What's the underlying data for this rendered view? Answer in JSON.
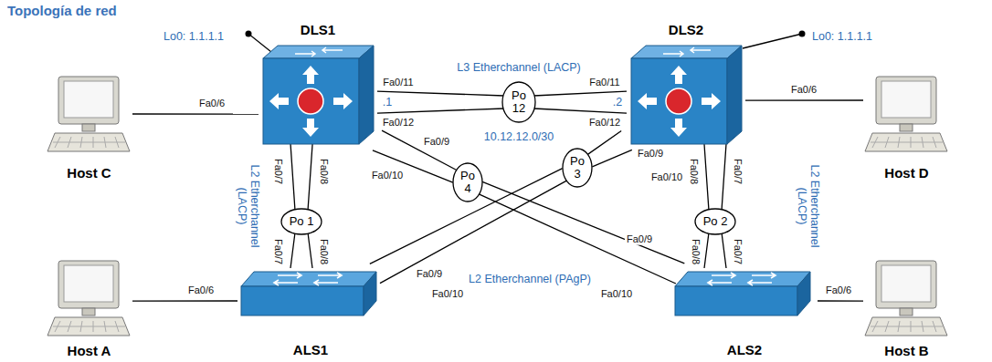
{
  "diagram": {
    "title": "Topología de red",
    "nodes": [
      {
        "text": [
          "DLS1"
        ]
      },
      {
        "text": [
          "DLS2"
        ]
      },
      {
        "text": [
          "Host C"
        ]
      },
      {
        "text": [
          "Po 12"
        ]
      },
      {
        "text": [
          "Host D"
        ]
      },
      {
        "text": [
          "Po 4"
        ]
      },
      {
        "text": [
          "Po 3"
        ]
      },
      {
        "text": [
          "Po 1"
        ]
      },
      {
        "text": [
          "Po 2"
        ]
      },
      {
        "text": [
          "Host A"
        ]
      },
      {
        "text": [
          "ALS1"
        ]
      },
      {
        "text": [
          "ALS2"
        ]
      },
      {
        "text": [
          "Host B"
        ]
      }
    ],
    "edges": [
      {
        "from": 2,
        "to": 0,
        "arrow": "none"
      },
      {
        "from": 0,
        "to": 3,
        "arrow": "none"
      },
      {
        "from": 3,
        "to": 1,
        "arrow": "none"
      },
      {
        "from": 1,
        "to": 4,
        "arrow": "none"
      },
      {
        "from": 0,
        "to": 7,
        "arrow": "none"
      },
      {
        "from": 7,
        "to": 10,
        "arrow": "none"
      },
      {
        "from": 0,
        "to": 5,
        "arrow": "none"
      },
      {
        "from": 5,
        "to": 11,
        "arrow": "none"
      },
      {
        "from": 1,
        "to": 6,
        "arrow": "none"
      },
      {
        "from": 6,
        "to": 10,
        "arrow": "none"
      },
      {
        "from": 1,
        "to": 8,
        "arrow": "none"
      },
      {
        "from": 8,
        "to": 11,
        "arrow": "none"
      },
      {
        "from": 9,
        "to": 10,
        "arrow": "none"
      },
      {
        "from": 11,
        "to": 12,
        "arrow": "none"
      }
    ],
    "labels": [
      "Lo0: 1.1.1.1",
      "Lo0: 1.1.1.1",
      "L3 Etherchannel (LACP)",
      "Fa0/11",
      ".1",
      "Fa0/12",
      "Fa0/11",
      ".2",
      "Fa0/12",
      "Fa0/6",
      "Fa0/6",
      "10.12.12.0/30",
      "Fa0/9",
      "Fa0/10",
      "Fa0/7",
      "Fa0/8",
      "L2 Etherchannel (LACP)",
      "Fa0/9",
      "Fa0/10",
      "Fa0/8",
      "Fa0/7",
      "L2 Etherchannel (LACP)",
      "Fa0/7",
      "Fa0/8",
      "Fa0/9",
      "Fa0/10",
      "L2 Etherchannel (PAgP)",
      "Fa0/9",
      "Fa0/10",
      "Fa0/8",
      "Fa0/7",
      "Fa0/6",
      "Fa0/6"
    ]
  }
}
